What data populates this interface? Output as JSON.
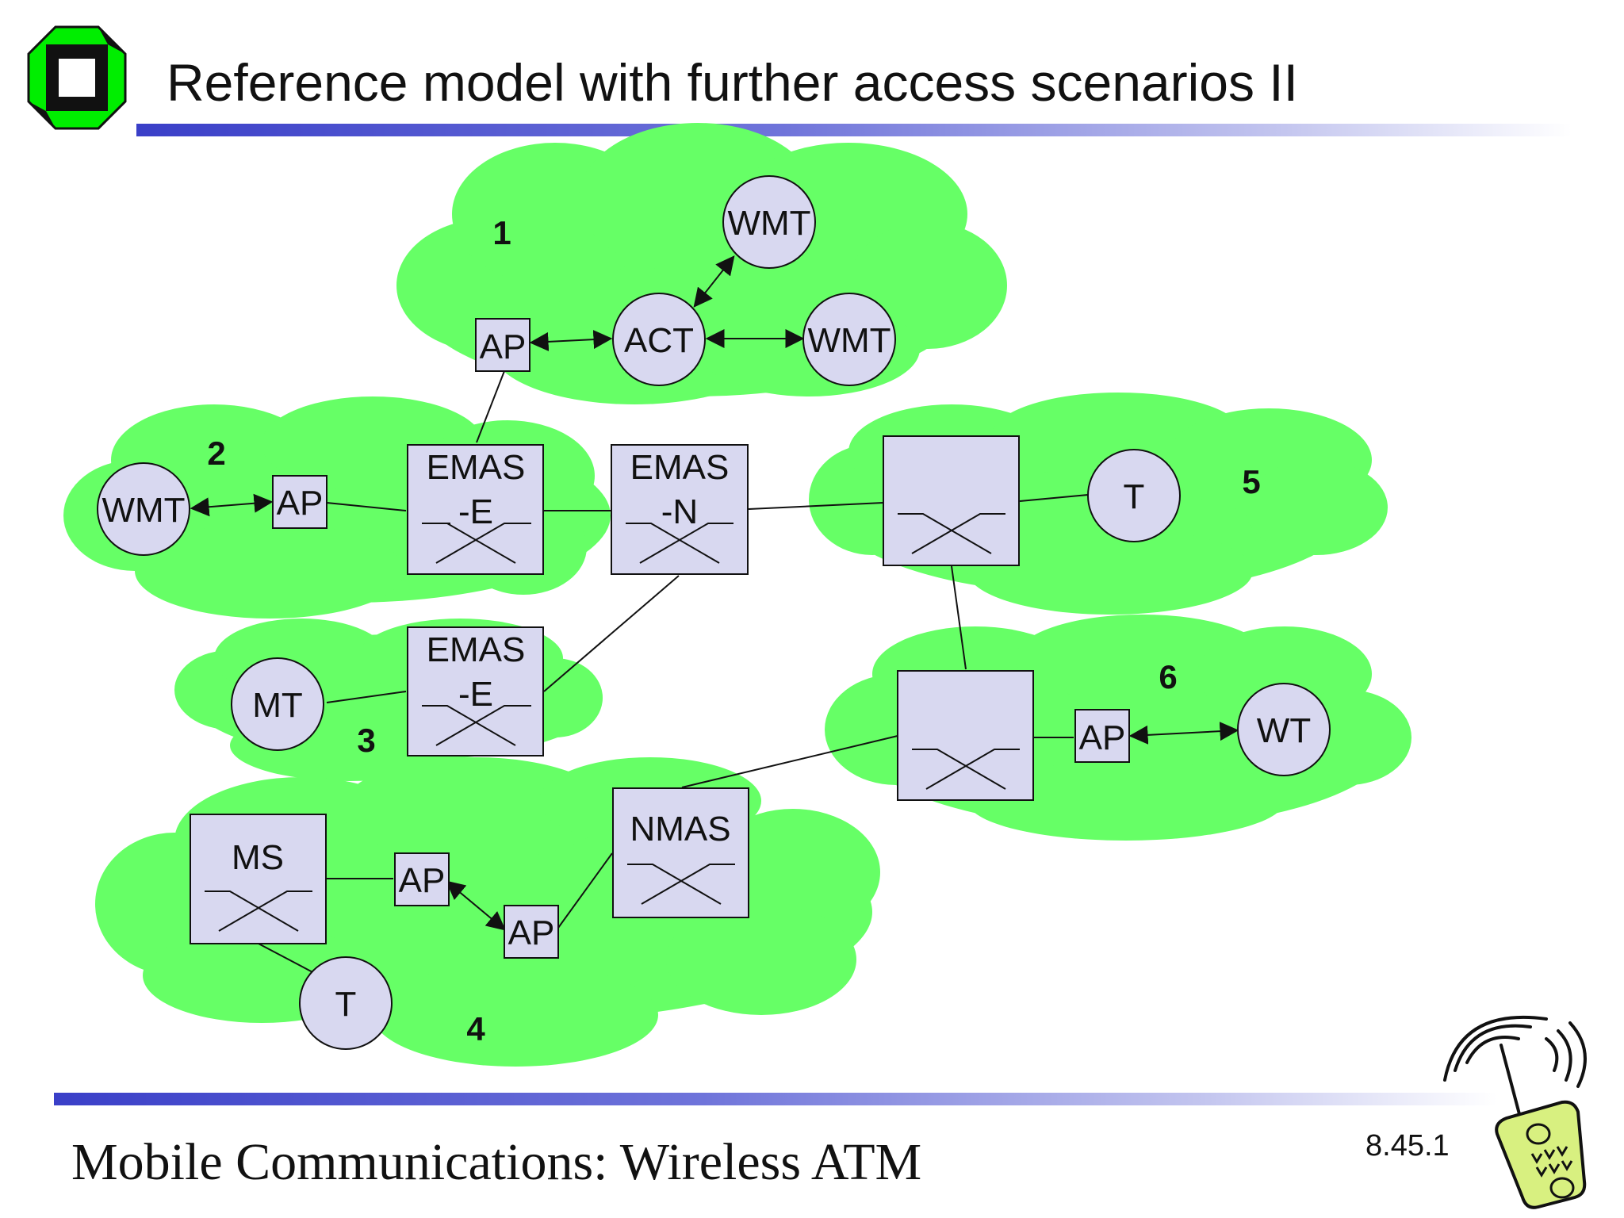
{
  "slide": {
    "title": "Reference model with further access scenarios II",
    "footer": "Mobile Communications: Wireless ATM",
    "slide_number": "8.45.1",
    "logo_icon": "university-logo-icon",
    "phone_icon": "mobile-phone-clipart-icon"
  },
  "colors": {
    "cloud": "#66ff66",
    "node_fill": "#d8d8f0",
    "stroke": "#111111",
    "bar_start": "#3a3fc8",
    "logo_green": "#00ee00"
  },
  "diagram": {
    "clouds": [
      {
        "id": "cloud1",
        "number": "1"
      },
      {
        "id": "cloud2",
        "number": "2"
      },
      {
        "id": "cloud3",
        "number": "3"
      },
      {
        "id": "cloud4",
        "number": "4"
      },
      {
        "id": "cloud5",
        "number": "5"
      },
      {
        "id": "cloud6",
        "number": "6"
      }
    ],
    "nodes": {
      "wmt1": "WMT",
      "act": "ACT",
      "wmt2": "WMT",
      "ap1": "AP",
      "wmt3": "WMT",
      "ap2": "AP",
      "emas_e1_l1": "EMAS",
      "emas_e1_l2": "-E",
      "emas_n_l1": "EMAS",
      "emas_n_l2": "-N",
      "emas_e2_l1": "EMAS",
      "emas_e2_l2": "-E",
      "mt": "MT",
      "t5": "T",
      "ap6": "AP",
      "wt": "WT",
      "ms": "MS",
      "ap4a": "AP",
      "ap4b": "AP",
      "nmas": "NMAS",
      "t4": "T"
    }
  }
}
